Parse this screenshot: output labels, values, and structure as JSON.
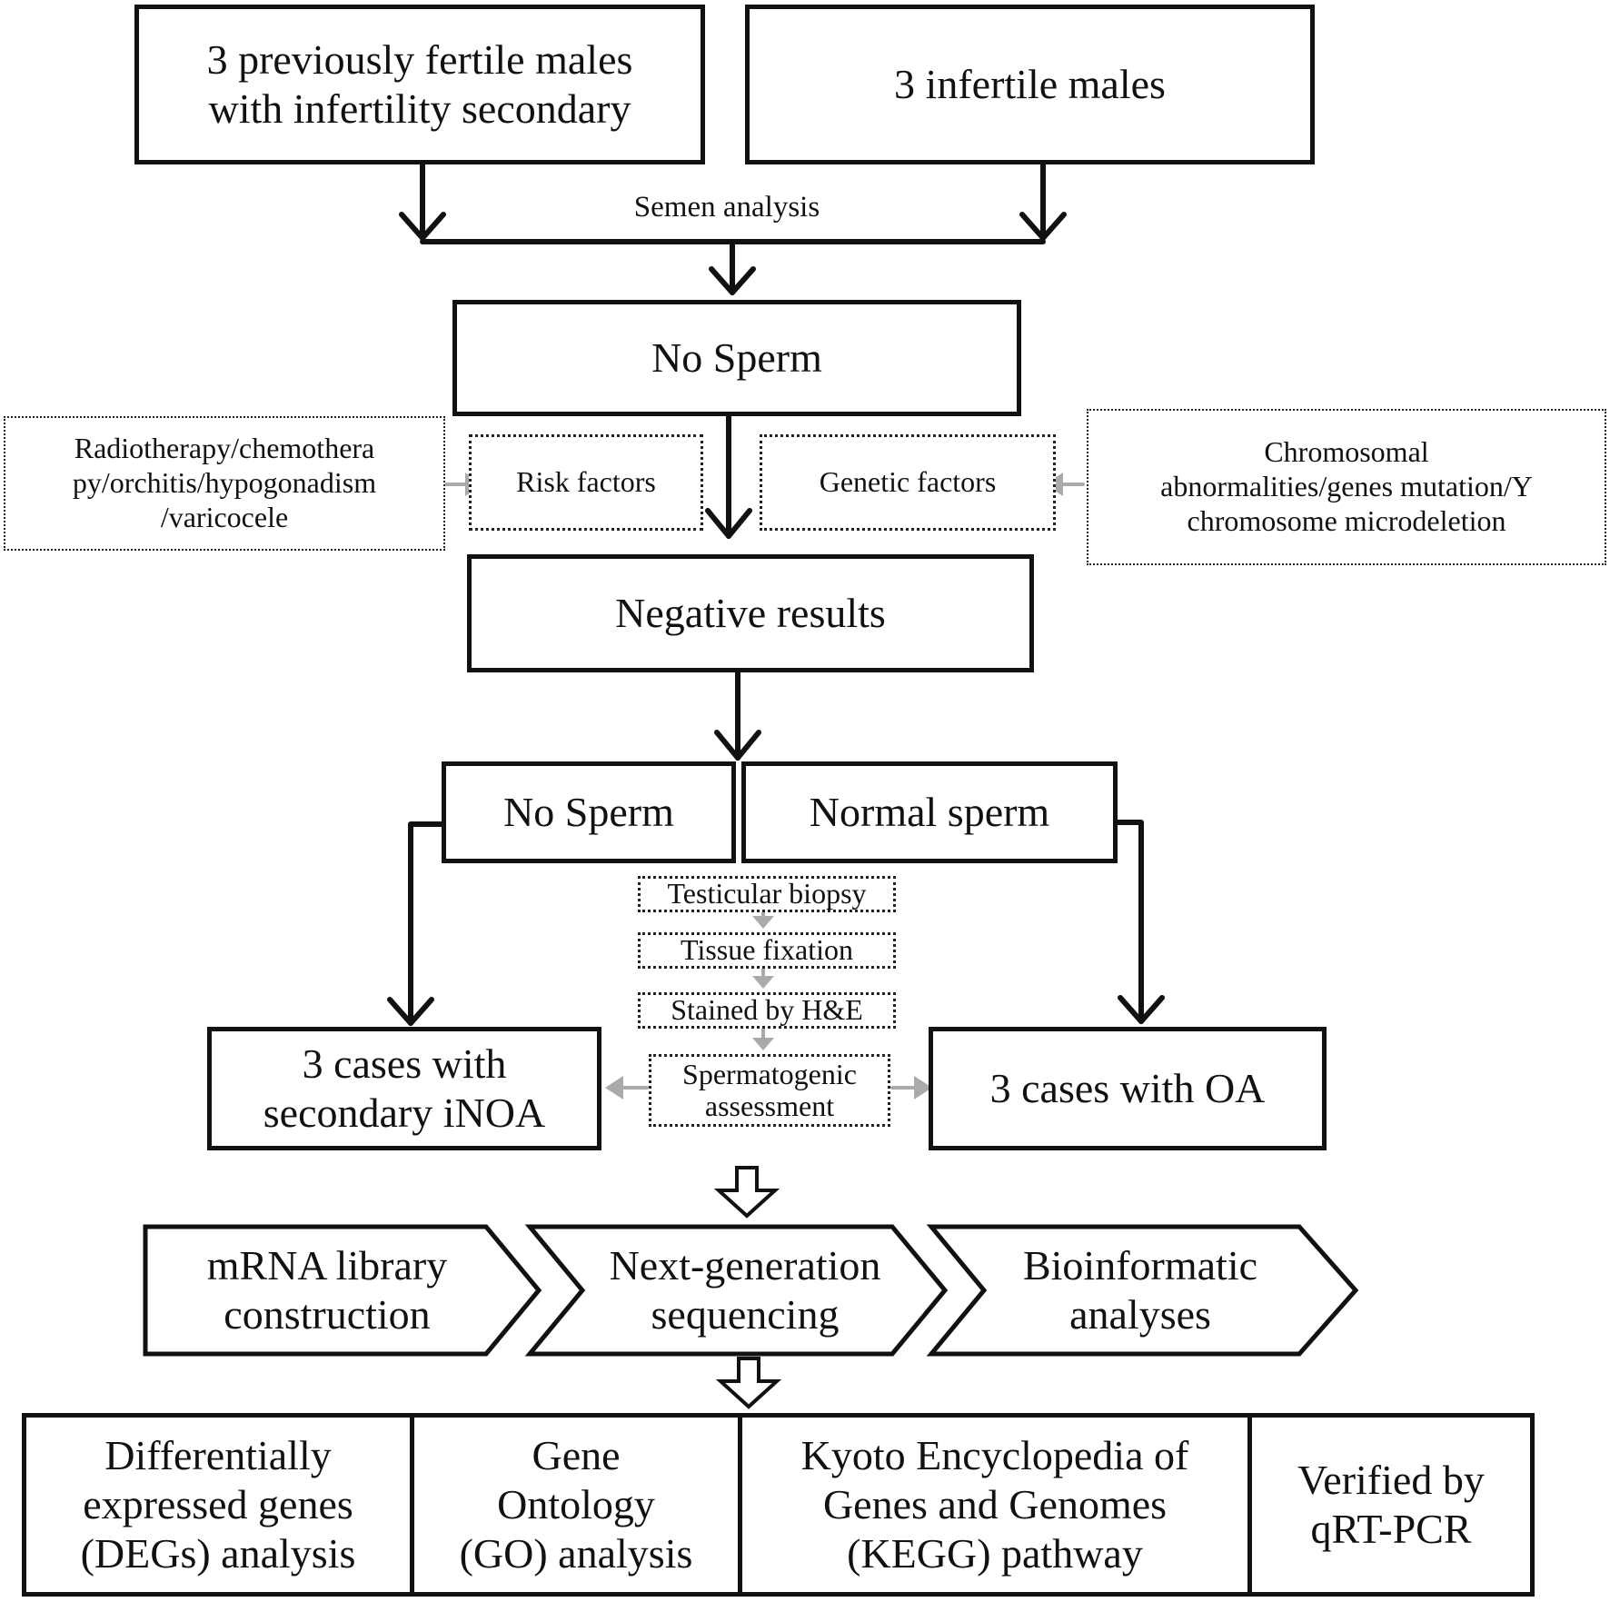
{
  "top_left": "3 previously fertile males\nwith infertility secondary",
  "top_right": "3  infertile males",
  "semen_analysis": "Semen analysis",
  "no_sperm_1": "No Sperm",
  "risk_detail": "Radiotherapy/chemothera\npy/orchitis/hypogonadism\n/varicocele",
  "risk_factors": "Risk factors",
  "genetic_factors": "Genetic factors",
  "genetic_detail": "Chromosomal\nabnormalities/genes mutation/Y\nchromosome microdeletion",
  "negative_results": "Negative results",
  "no_sperm_2": "No Sperm",
  "normal_sperm": "Normal sperm",
  "biopsy_steps": [
    "Testicular biopsy",
    "Tissue fixation",
    "Stained by H&E",
    "Spermatogenic\nassessment"
  ],
  "inoa_cases": "3 cases with\nsecondary iNOA",
  "oa_cases": "3 cases with OA",
  "pipeline": [
    "mRNA library\nconstruction",
    "Next-generation\nsequencing",
    "Bioinformatic\nanalyses"
  ],
  "analyses": [
    "Differentially\nexpressed genes\n(DEGs) analysis",
    "Gene\nOntology\n(GO) analysis",
    "Kyoto Encyclopedia of\nGenes and Genomes\n(KEGG) pathway",
    "Verified by\nqRT-PCR"
  ],
  "colors": {
    "line": "#111111",
    "grey_arrow": "#aaaaaa"
  }
}
